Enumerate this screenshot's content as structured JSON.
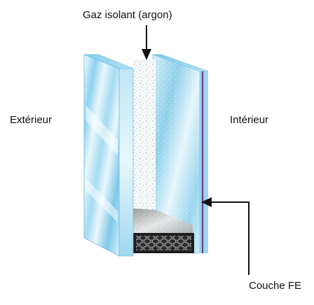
{
  "labels": {
    "gas": "Gaz isolant (argon)",
    "exterior": "Extérieur",
    "interior": "Intérieur",
    "fe_coating": "Couche FE"
  },
  "colors": {
    "glass_light": "#e6f6fc",
    "glass_mid": "#a9ddf0",
    "glass_dark": "#5fb6dc",
    "glass_edge": "#7ccbe9",
    "fe_coating_edge": "#6a3d8f",
    "spacer": "#2b2b2b",
    "arrow": "#111111",
    "gas_fill": "#f4f8f9"
  },
  "icons": {
    "gas_pointer": "arrow-down-icon",
    "fe_pointer": "arrow-left-icon",
    "desiccant": "honeycomb-pattern"
  }
}
